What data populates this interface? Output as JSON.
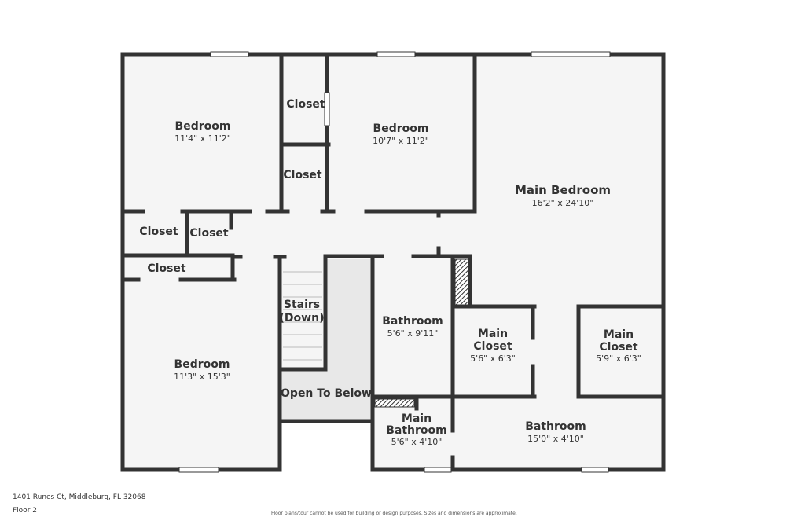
{
  "rooms": {
    "bedroom_nw": {
      "name": "Bedroom",
      "dims": "11'4\" x 11'2\""
    },
    "bedroom_n": {
      "name": "Bedroom",
      "dims": "10'7\" x 11'2\""
    },
    "main_bedroom": {
      "name": "Main Bedroom",
      "dims": "16'2\" x 24'10\""
    },
    "bedroom_sw": {
      "name": "Bedroom",
      "dims": "11'3\" x 15'3\""
    },
    "bathroom": {
      "name": "Bathroom",
      "dims": "5'6\" x 9'11\""
    },
    "main_closet_1": {
      "name_line1": "Main",
      "name_line2": "Closet",
      "dims": "5'6\" x 6'3\""
    },
    "main_closet_2": {
      "name_line1": "Main",
      "name_line2": "Closet",
      "dims": "5'9\" x 6'3\""
    },
    "main_bathroom": {
      "name_line1": "Main",
      "name_line2": "Bathroom",
      "dims": "5'6\" x 4'10\""
    },
    "bathroom_se": {
      "name": "Bathroom",
      "dims": "15'0\" x 4'10\""
    },
    "stairs": {
      "name_line1": "Stairs",
      "name_line2": "(Down)"
    },
    "open_to_below": {
      "name": "Open To Below"
    },
    "closet_top": {
      "name": "Closet"
    },
    "closet_mid": {
      "name": "Closet"
    },
    "closet_left": {
      "name": "Closet"
    },
    "closet_center": {
      "name": "Closet"
    },
    "closet_lower": {
      "name": "Closet"
    }
  },
  "footer": {
    "address": "1401 Runes Ct, Middleburg, FL 32068",
    "floor": "Floor 2",
    "disclaimer": "Floor plans/tour cannot be used for building or design purposes. Sizes and dimensions are approximate."
  },
  "colors": {
    "wall": "#333333",
    "floor": "#f5f5f5",
    "open_area": "#e8e8e8",
    "window": "#ffffff"
  }
}
